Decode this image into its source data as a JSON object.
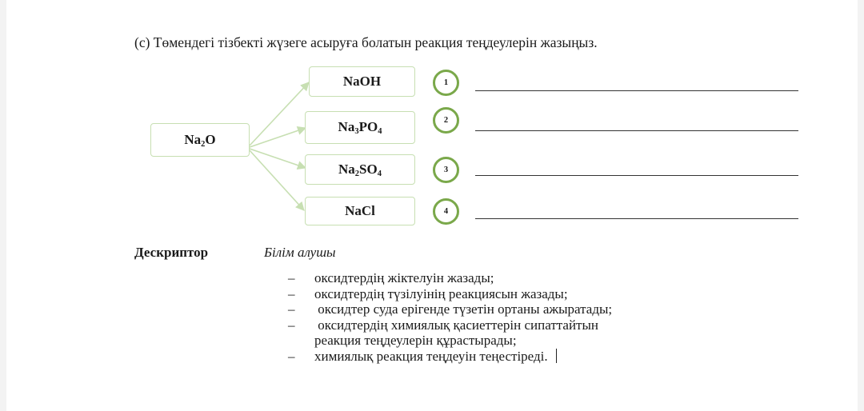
{
  "task": {
    "title": "(c) Төмендегі тізбекті жүзеге асыруға болатын реакция теңдеулерін жазыңыз."
  },
  "scheme": {
    "source": {
      "base": "Na",
      "sub": "2",
      "rest": "O"
    },
    "products": [
      {
        "base": "NaOH",
        "sub1": "",
        "mid": "",
        "sub2": "",
        "number": "1"
      },
      {
        "base": "Na",
        "sub1": "3",
        "mid": "PO",
        "sub2": "4",
        "number": "2"
      },
      {
        "base": "Na",
        "sub1": "2",
        "mid": "SO",
        "sub2": "4",
        "number": "3"
      },
      {
        "base": "NaCl",
        "sub1": "",
        "mid": "",
        "sub2": "",
        "number": "4"
      }
    ],
    "colors": {
      "arrow": "#c7dfb2",
      "circle_border": "#7aa84a",
      "box_border": "#c7dfb2"
    }
  },
  "descriptor": {
    "label": "Дескриптор",
    "learner": "Білім алушы",
    "dash": "–",
    "items": [
      {
        "lines": [
          "оксидтердің жіктелуін жазады;"
        ]
      },
      {
        "lines": [
          "оксидтердің түзілуінің реакциясын жазады;"
        ]
      },
      {
        "lines": [
          " оксидтер суда ерігенде түзетін ортаны ажыратады;"
        ]
      },
      {
        "lines": [
          " оксидтердің химиялық қасиеттерін сипаттайтын",
          "реакция теңдеулерін құрастырады;"
        ]
      },
      {
        "lines": [
          "химиялық реакция теңдеуін теңестіреді."
        ]
      }
    ]
  }
}
